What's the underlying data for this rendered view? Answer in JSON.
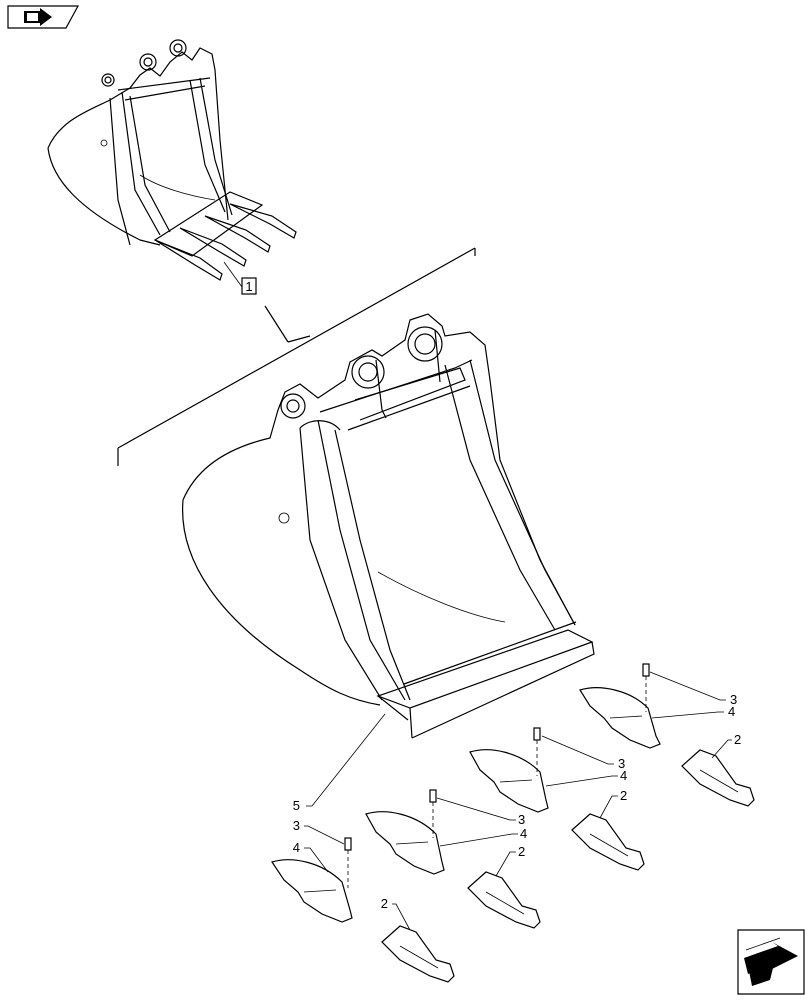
{
  "header": {
    "icon": "previous-page-arrow-icon"
  },
  "footer": {
    "icon": "next-page-arrow-icon"
  },
  "assembly_callout": {
    "label": "1"
  },
  "callouts": {
    "bucket_edge": "5",
    "pin_a": "3",
    "pin_b": "3",
    "pin_c": "3",
    "pin_d": "3",
    "adapter_a": "4",
    "adapter_b": "4",
    "adapter_c": "4",
    "adapter_d": "4",
    "tooth_a": "2",
    "tooth_b": "2",
    "tooth_c": "2",
    "tooth_d": "2"
  }
}
